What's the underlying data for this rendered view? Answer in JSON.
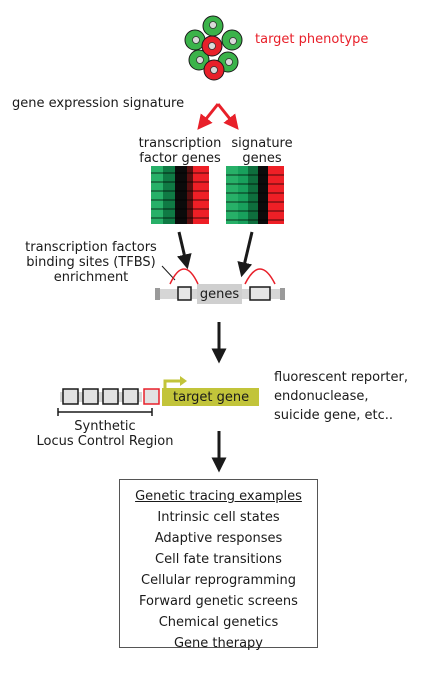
{
  "phenotype": {
    "label": "target phenotype"
  },
  "signature": {
    "label": "gene expression signature"
  },
  "branches": {
    "tf_genes": [
      "transcription",
      "factor genes"
    ],
    "sig_genes": [
      "signature",
      "genes"
    ]
  },
  "tfbs": {
    "lines": [
      "transcription factors",
      "binding sites (TFBS)",
      "enrichment"
    ]
  },
  "gene_bar": {
    "label": "genes"
  },
  "construct": {
    "target_label": "target gene"
  },
  "reporter": {
    "lines": [
      "fluorescent reporter,",
      "endonuclease,",
      "suicide gene, etc.."
    ]
  },
  "lcr": {
    "lines": [
      "Synthetic",
      "Locus Control Region"
    ]
  },
  "examples": {
    "title": "Genetic tracing examples",
    "items": [
      "Intrinsic cell states",
      "Adaptive responses",
      "Cell fate transitions",
      "Cellular reprogramming",
      "Forward genetic screens",
      "Chemical genetics",
      "Gene therapy"
    ]
  },
  "colors": {
    "red": "#e8202a",
    "green": "#3bb34a",
    "olive": "#c2c43a",
    "dark_green": "#0c6b3f"
  }
}
